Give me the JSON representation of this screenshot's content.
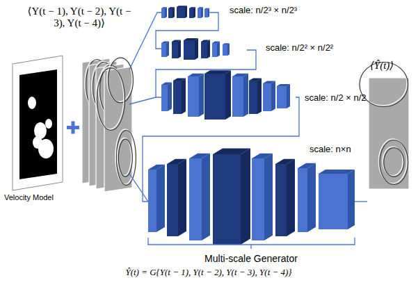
{
  "diagram": {
    "labels": [
      "⟨Y(t − 1), Y(t − 2), Y(t − 3), Y(t − 4)⟩",
      "Velocity Model",
      "scale: n/2³ × n/2³",
      "scale: n/2² × n/2²",
      "scale: n/2 × n/2",
      "scale: n×n",
      "⟨Ŷ(t)⟩",
      "Multi-scale Generator",
      "Ŷ(t) = G{Y(t − 1), Y(t − 2), Y(t − 3), Y(t − 4)}"
    ]
  }
}
